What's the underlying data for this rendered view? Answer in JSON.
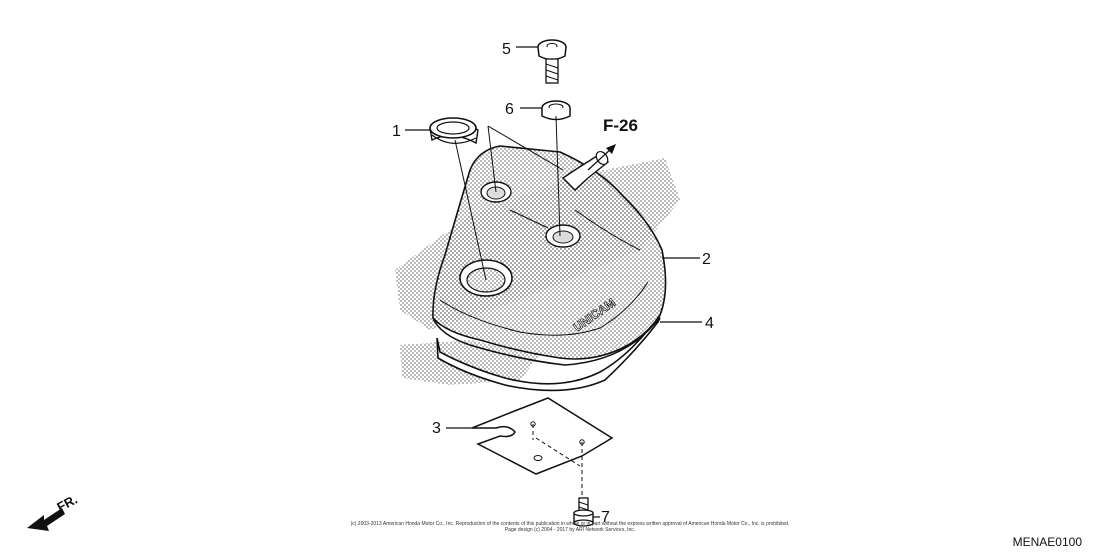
{
  "callouts": [
    {
      "label": "1",
      "part": "gasket-ring"
    },
    {
      "label": "2",
      "part": "cylinder-head-cover"
    },
    {
      "label": "3",
      "part": "baffle-plate"
    },
    {
      "label": "4",
      "part": "head-cover-gasket"
    },
    {
      "label": "5",
      "part": "bolt"
    },
    {
      "label": "6",
      "part": "washer"
    },
    {
      "label": "7",
      "part": "plate-bolt"
    }
  ],
  "reference": "F-26",
  "direction_label": "FR.",
  "copyright_line1": "(c) 2003-2013 American Honda Motor Co., Inc. Reproduction of the contents of this publication in whole or in part without the express written approval of American Honda Motor Co., Inc. is prohibited.",
  "copyright_line2": "Page design (c) 2004 - 2017 by ARI Network Services, Inc.",
  "diagram_code": "MENAE0100",
  "cover_text": "UNICAM"
}
